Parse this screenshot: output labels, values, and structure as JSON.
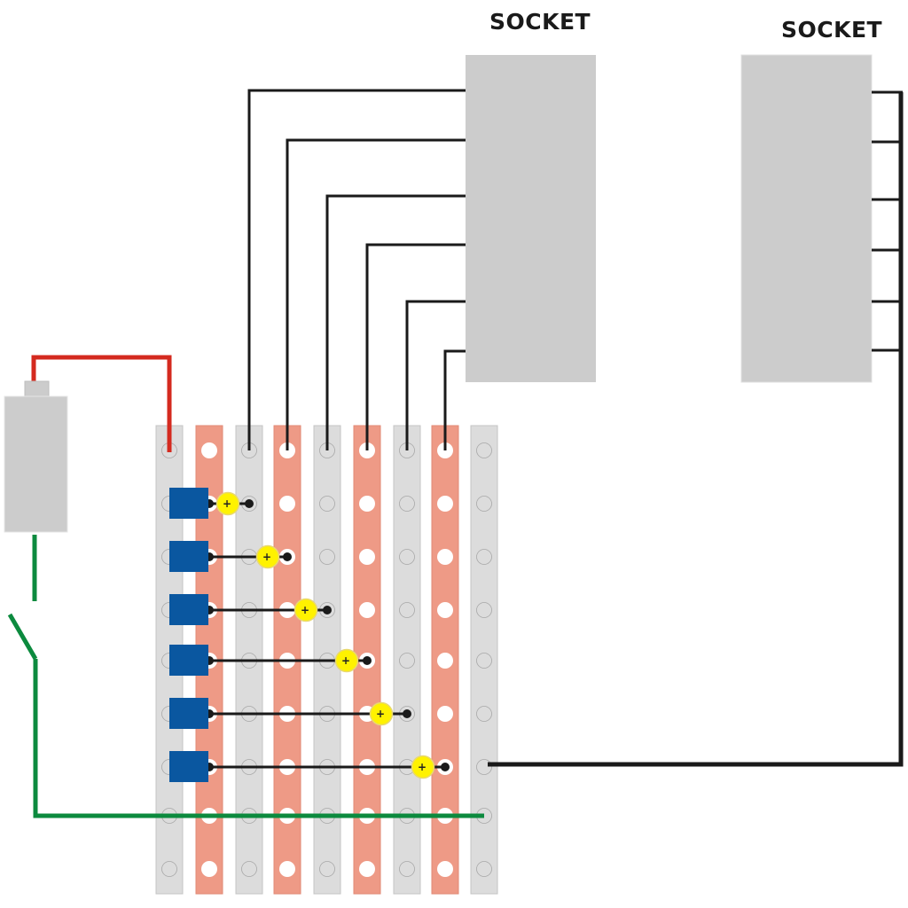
{
  "labels": {
    "socket_left": "SOCKET",
    "socket_right": "SOCKET"
  },
  "colors": {
    "strip_grey": "#dcdcdc",
    "strip_copper": "#ee9a86",
    "socket_grey": "#cccccc",
    "battery_grey": "#cccccc",
    "wire_red": "#d42a1f",
    "wire_green": "#0c8a3e",
    "wire_black": "#1a1a1a",
    "relay_blue": "#0a57a0",
    "led_yellow": "#fff200"
  },
  "board": {
    "columns": 9,
    "rows": 9,
    "column_types": [
      "grey",
      "copper",
      "grey",
      "copper",
      "grey",
      "copper",
      "grey",
      "copper",
      "grey"
    ]
  },
  "components": {
    "relay_count": 6,
    "led_polarity_symbol": "+",
    "socket_left_pins": 6,
    "socket_right_pins": 6
  },
  "switch": {
    "state": "open"
  }
}
